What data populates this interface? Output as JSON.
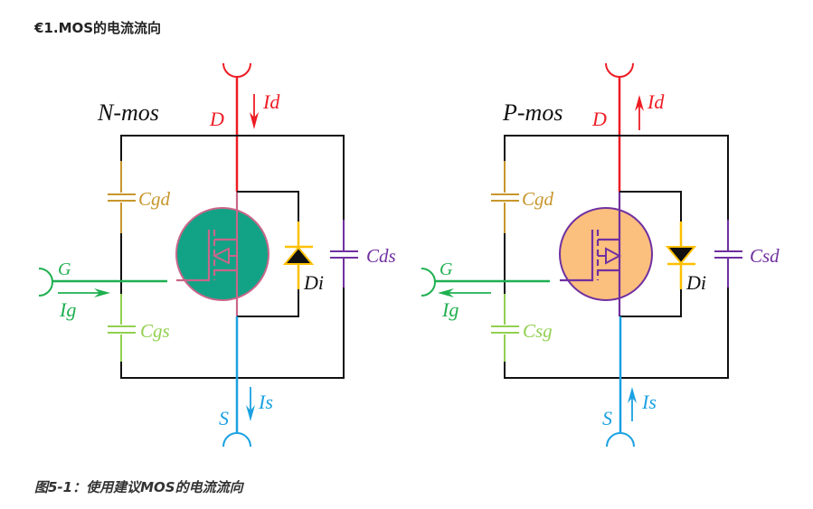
{
  "heading": "€1.MOS的电流流向",
  "caption": "图5-1：使用建议MOS的电流流向",
  "colors": {
    "drain": "#ee1c24",
    "source": "#1ba1e2",
    "gate": "#1fb050",
    "cgd": "#c8962c",
    "cgs": "#92d050",
    "cds": "#7030a0",
    "diode": "#ffc000",
    "wire": "#111111",
    "nmos_fill": "#12a386",
    "nmos_stroke": "#c9668a",
    "pmos_fill": "#fbbf7e",
    "pmos_stroke": "#7030a0"
  },
  "diagrams": [
    {
      "id": "nmos",
      "title": "N-mos",
      "drain_label": "D",
      "drain_current": "Id",
      "drain_current_direction": "down",
      "gate_label": "G",
      "gate_current": "Ig",
      "gate_current_direction": "in",
      "source_label": "S",
      "source_current": "Is",
      "source_current_direction": "down",
      "cap_top": "Cgd",
      "cap_bottom": "Cgs",
      "cap_right": "Cds",
      "diode_label": "Di",
      "diode_direction": "up"
    },
    {
      "id": "pmos",
      "title": "P-mos",
      "drain_label": "D",
      "drain_current": "Id",
      "drain_current_direction": "up",
      "gate_label": "G",
      "gate_current": "Ig",
      "gate_current_direction": "out",
      "source_label": "S",
      "source_current": "Is",
      "source_current_direction": "up",
      "cap_top": "Cgd",
      "cap_bottom": "Csg",
      "cap_right": "Csd",
      "diode_label": "Di",
      "diode_direction": "down"
    }
  ]
}
